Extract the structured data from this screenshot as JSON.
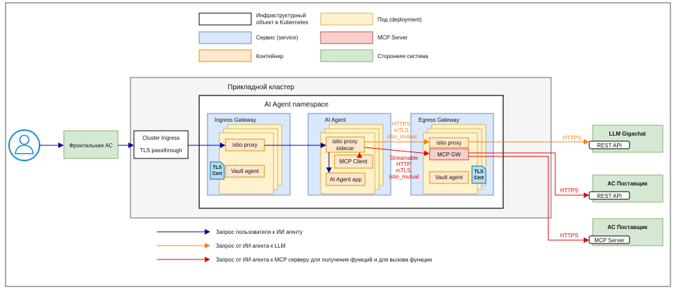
{
  "legend": {
    "infra": "Инфраструктурный объект в Kubernetes",
    "service": "Сервис (service)",
    "container": "Контейнер",
    "pod": "Под (deployment)",
    "mcp_server": "MCP Server",
    "external": "Сторонняя система"
  },
  "cluster": {
    "title": "Прикладной кластер",
    "namespace": "AI Agent namespace"
  },
  "frontend": {
    "label": "Фронтальная АС"
  },
  "ingress_box": {
    "line1": "Cluster Ingress",
    "line2": "TLS passthrough"
  },
  "ingress_gateway": {
    "title": "Ingress Gateway",
    "istio": "istio proxy",
    "vault": "Vault agent",
    "tls": "TLS Cert"
  },
  "ai_agent": {
    "title": "AI Agent",
    "istio_line1": "istio proxy",
    "istio_line2": "sidecar",
    "mcp_client": "MCP Client",
    "app": "AI Agent app"
  },
  "egress_gateway": {
    "title": "Egress Gateway",
    "istio": "istio proxy",
    "mcp_gw": "MCP GW",
    "vault": "Vault agent",
    "tls": "TLS Cert"
  },
  "flow_labels": {
    "llm_proto_1": "HTTPS,",
    "llm_proto_2": "mTLS,",
    "llm_proto_3": "istio_mutual",
    "mcp_proto_1": "Streamable",
    "mcp_proto_2": "HTTP,",
    "mcp_proto_3": "mTLS,",
    "mcp_proto_4": "istio_mutual",
    "https_1": "HTTPS",
    "https_2": "HTTPS",
    "https_3": "HTTPS"
  },
  "external": {
    "llm_title": "LLM Gigachat",
    "llm_api": "REST API",
    "supplier1_title": "АС Поставщик",
    "supplier1_api": "REST API",
    "supplier2_title": "АС Поставщик",
    "supplier2_api": "MCP Server"
  },
  "arrows_legend": {
    "user": "Запрос пользователя к ИИ агенту",
    "llm": "Запрос от ИИ агента к LLM",
    "mcp": "Запрос от ИИ агента к MCP серверу для получения функций и для вызова функции"
  },
  "colors": {
    "service_fill": "#dae8fc",
    "service_stroke": "#6c8ebf",
    "pod_fill": "#fff2cc",
    "pod_stroke": "#d6b656",
    "container_fill": "#ffe6cc",
    "container_stroke": "#d79b00",
    "mcp_fill": "#f8cecc",
    "mcp_stroke": "#b85450",
    "external_fill": "#d5e8d4",
    "external_stroke": "#82b366",
    "blue_arrow": "#0000aa",
    "orange_arrow": "#ff8000",
    "red_arrow": "#ee0000",
    "user_icon": "#1a8cd8"
  }
}
